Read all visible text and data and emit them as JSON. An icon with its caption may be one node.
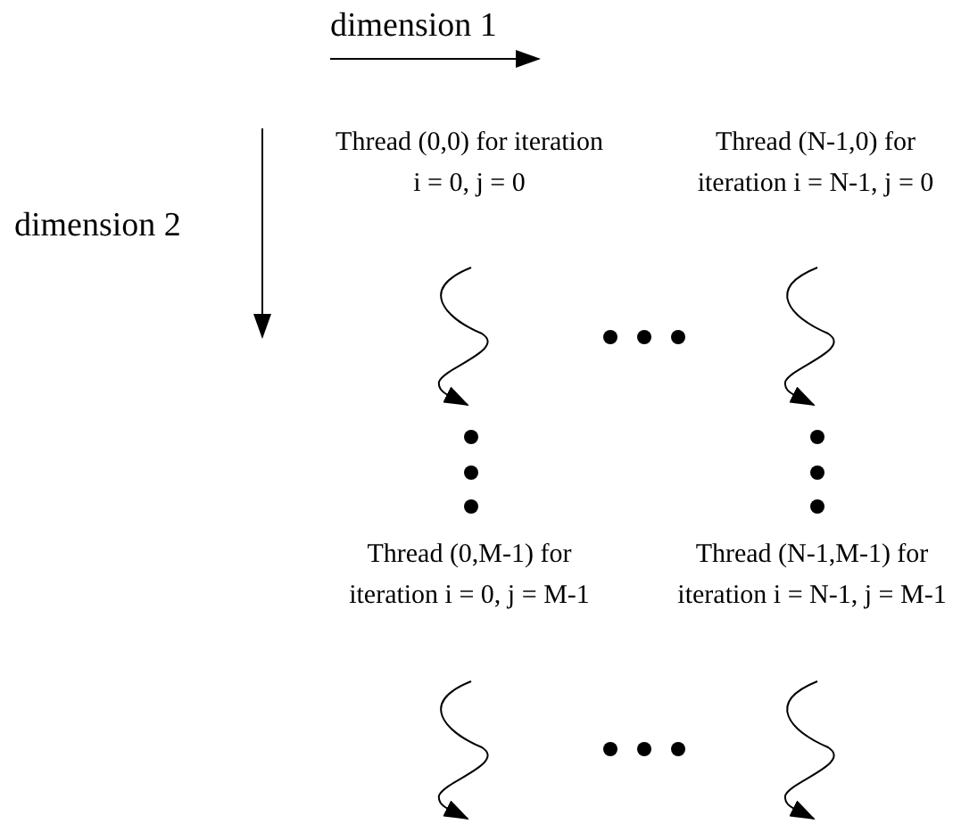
{
  "diagram": {
    "labels": [
      "dimension 1",
      "Thread (0,0) for iteration i = 0, j = 0",
      "dimension 2",
      "Thread (N-1,0) for iteration i = N-1, j = 0",
      "Thread (0,M-1) for iteration i = 0, j = M-1",
      "Thread (N-1,M-1) for iteration i = N-1, j = M-1"
    ]
  }
}
